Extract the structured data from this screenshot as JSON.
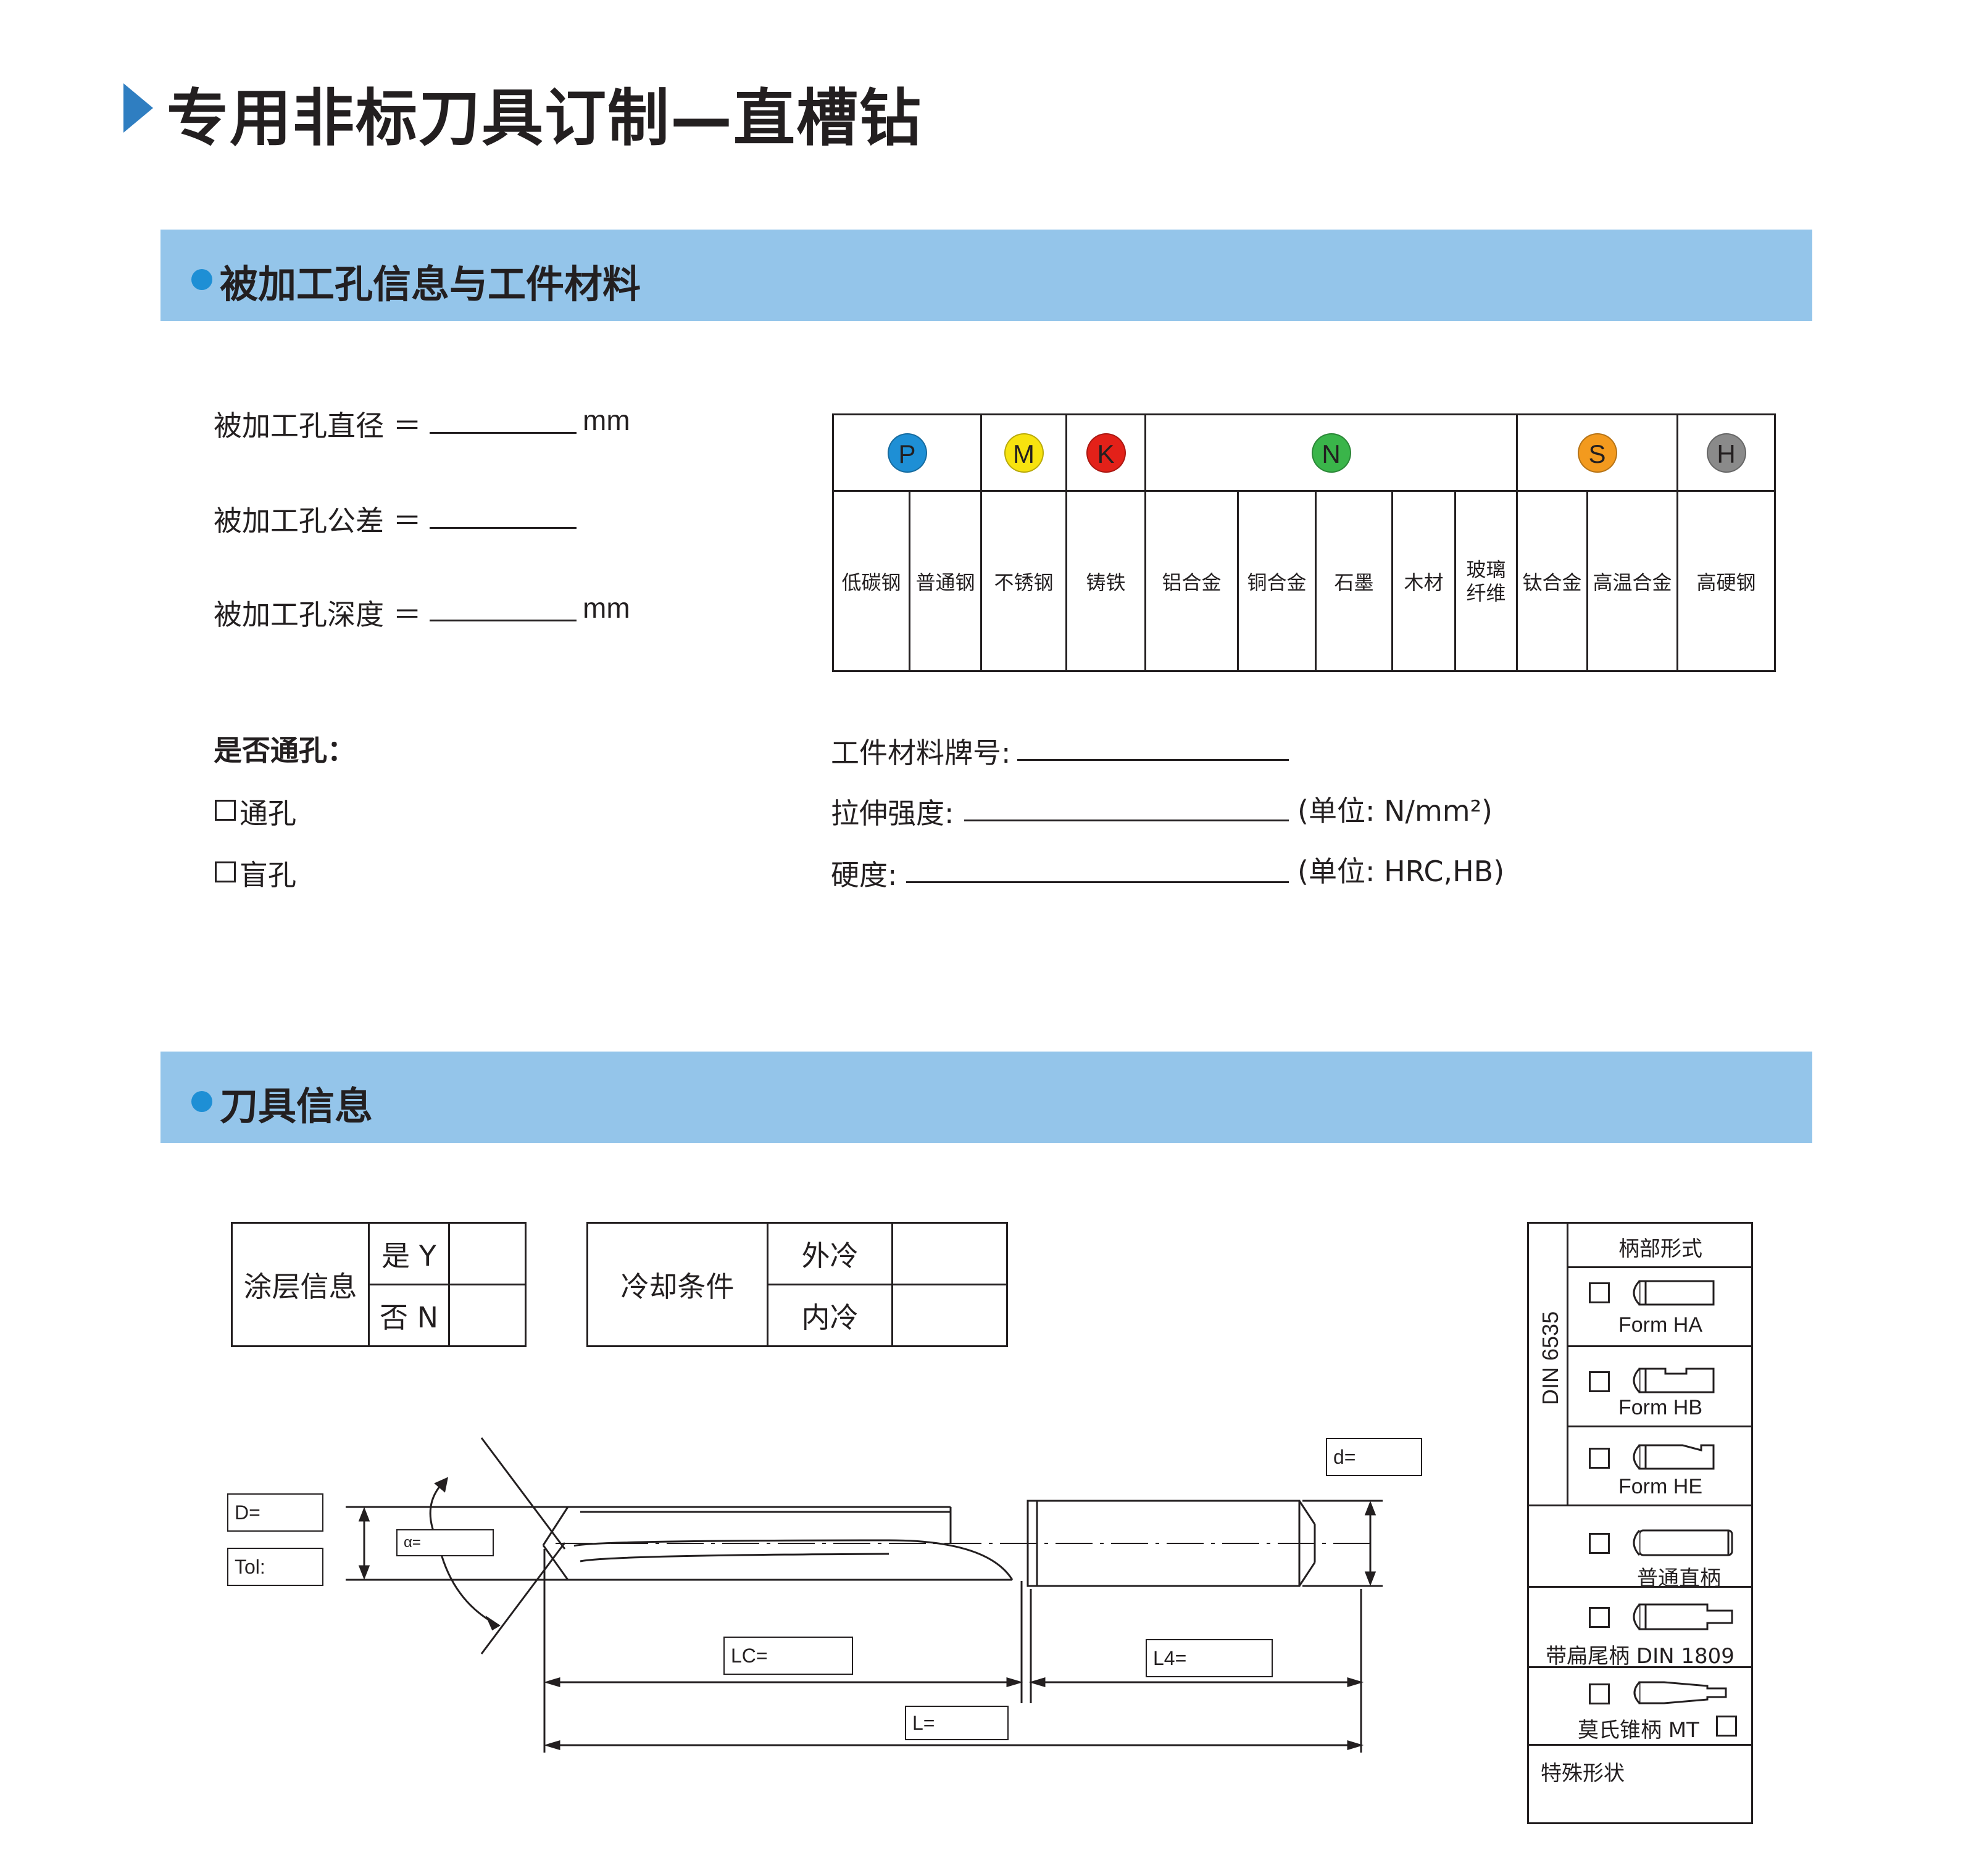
{
  "title": "专用非标刀具订制—直槽钻",
  "section1": {
    "heading": "被加工孔信息与工件材料",
    "hole_diameter_label": "被加工孔直径 ＝",
    "hole_tolerance_label": "被加工孔公差 ＝",
    "hole_depth_label": "被加工孔深度 ＝",
    "unit_mm": "mm",
    "through_question": "是否通孔：",
    "through_hole": "通孔",
    "blind_hole": "盲孔",
    "material_grade_label": "工件材料牌号:",
    "tensile_label": "拉伸强度:",
    "tensile_unit": "(单位: N/mm²)",
    "hardness_label": "硬度:",
    "hardness_unit": "(单位: HRC,HB)"
  },
  "material_groups": [
    {
      "letter": "P",
      "color": "#1e8fd5"
    },
    {
      "letter": "M",
      "color": "#f7e30f"
    },
    {
      "letter": "K",
      "color": "#e32119"
    },
    {
      "letter": "N",
      "color": "#3ab54a"
    },
    {
      "letter": "S",
      "color": "#f39a1e"
    },
    {
      "letter": "H",
      "color": "#8a8a8a"
    }
  ],
  "materials": [
    "低碳钢",
    "普通钢",
    "不锈钢",
    "铸铁",
    "铝合金",
    "铜合金",
    "石墨",
    "木材",
    "玻璃\n纤维",
    "钛合金",
    "高温合金",
    "高硬钢"
  ],
  "section2": {
    "heading": "刀具信息",
    "coating_label": "涂层信息",
    "coating_yes": "是 Y",
    "coating_no": "否 N",
    "cooling_label": "冷却条件",
    "cooling_ext": "外冷",
    "cooling_int": "内冷"
  },
  "drawing": {
    "D": "D=",
    "Tol": "Tol:",
    "alpha": "α=",
    "d": "d=",
    "LC": "LC=",
    "L4": "L4=",
    "L": "L="
  },
  "shank": {
    "header": "柄部形式",
    "standard": "DIN 6535",
    "form_ha": "Form HA",
    "form_hb": "Form HB",
    "form_he": "Form HE",
    "straight": "普通直柄",
    "flat_tang": "带扁尾柄  DIN  1809",
    "morse": "莫氏锥柄  MT",
    "special": "特殊形状"
  }
}
